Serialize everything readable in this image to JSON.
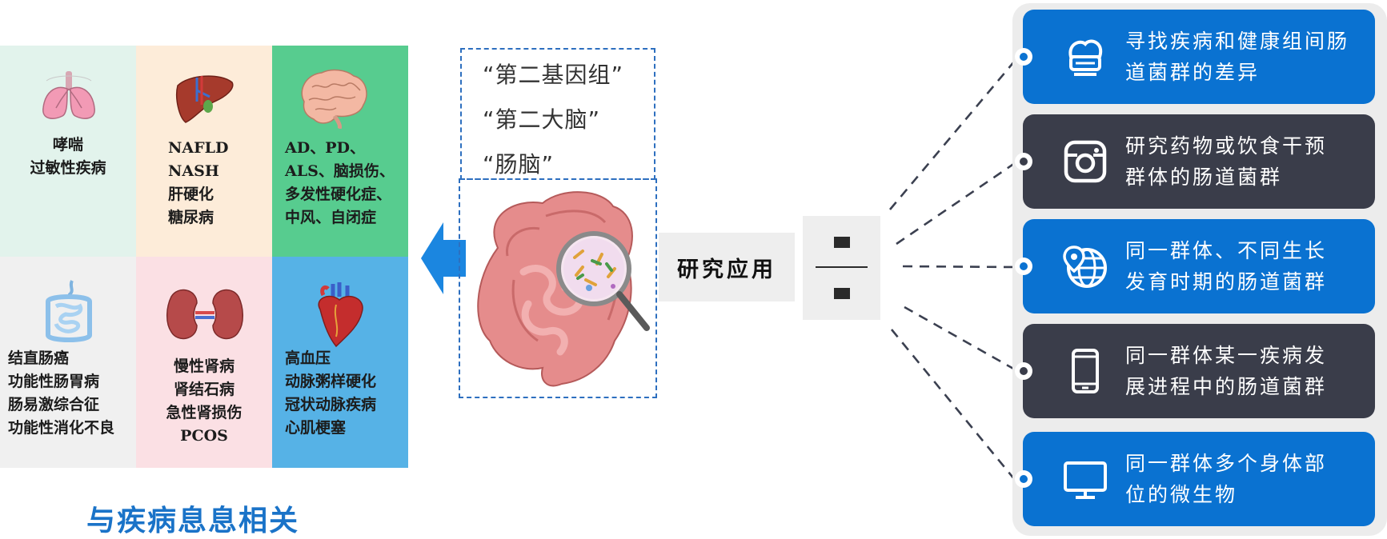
{
  "disease_grid": {
    "title": "与疾病息息相关",
    "cells": [
      {
        "lines": [
          "哮喘",
          "过敏性疾病"
        ],
        "color": "#e2f3ec",
        "icon": "lungs-icon"
      },
      {
        "lines": [
          "NAFLD",
          "NASH",
          "肝硬化",
          "糖尿病"
        ],
        "color": "#fdecd9",
        "icon": "liver-icon"
      },
      {
        "lines": [
          "AD、PD、",
          "ALS、脑损伤、",
          "多发性硬化症、",
          "中风、自闭症"
        ],
        "color": "#57cc8f",
        "icon": "brain-icon"
      },
      {
        "lines": [
          "结直肠癌",
          "功能性肠胃病",
          "肠易激综合征",
          "功能性消化不良"
        ],
        "color": "#f0f0f0",
        "icon": "intestine-icon"
      },
      {
        "lines": [
          "慢性肾病",
          "肾结石病",
          "急性肾损伤",
          "PCOS"
        ],
        "color": "#fbe0e4",
        "icon": "kidneys-icon"
      },
      {
        "lines": [
          "高血压",
          "动脉粥样硬化",
          "冠状动脉疾病",
          "心肌梗塞"
        ],
        "color": "#56b2e6",
        "icon": "heart-icon"
      }
    ]
  },
  "microbiome": {
    "quotes": [
      "“第二基因组”",
      "“第二大脑”",
      "“肠脑”"
    ],
    "icon": "gut-magnifier-icon"
  },
  "research": {
    "label": "研究应用",
    "applications": [
      {
        "lines": [
          "寻找疾病和健康组间肠",
          "道菌群的差异"
        ],
        "style": "blue",
        "icon": "cloud-icon"
      },
      {
        "lines": [
          "研究药物或饮食干预",
          "群体的肠道菌群"
        ],
        "style": "dark",
        "icon": "camera-icon"
      },
      {
        "lines": [
          "同一群体、不同生长",
          "发育时期的肠道菌群"
        ],
        "style": "blue",
        "icon": "globe-icon"
      },
      {
        "lines": [
          "同一群体某一疾病发",
          "展进程中的肠道菌群"
        ],
        "style": "dark",
        "icon": "phone-icon"
      },
      {
        "lines": [
          "同一群体多个身体部",
          "位的微生物"
        ],
        "style": "blue",
        "icon": "monitor-icon"
      }
    ]
  },
  "colors": {
    "accent_blue": "#0a72d1",
    "dark_panel": "#3a3d4a",
    "title_blue": "#1a73c8"
  }
}
